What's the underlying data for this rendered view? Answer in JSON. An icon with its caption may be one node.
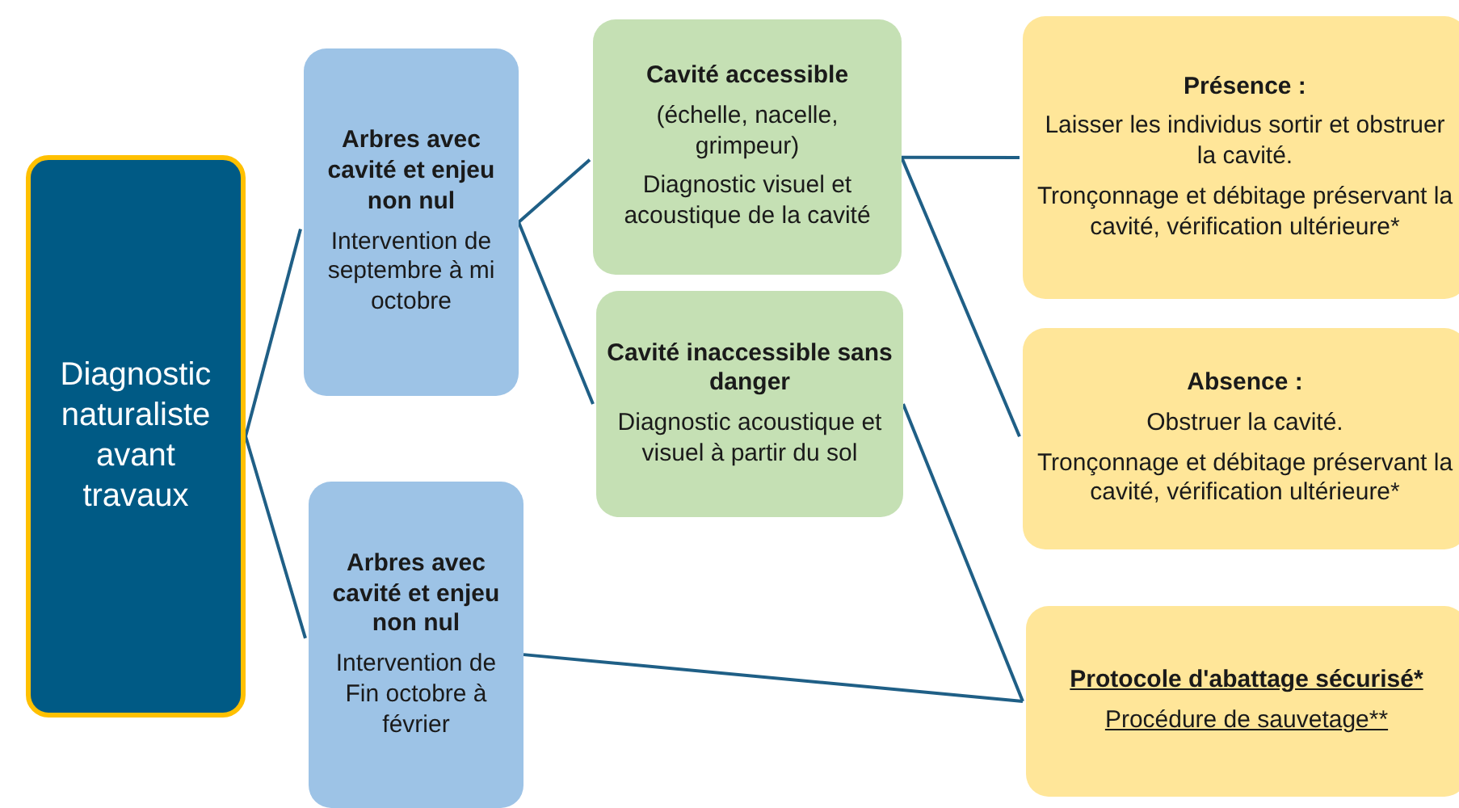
{
  "diagram": {
    "nodes": [
      {
        "text": [
          "Diagnostic naturaliste avant travaux"
        ]
      },
      {
        "text": [
          "Arbres avec cavité et enjeu non nul",
          "Intervention de septembre à mi octobre"
        ]
      },
      {
        "text": [
          "Arbres avec cavité et enjeu non nul",
          "Intervention de Fin octobre à février"
        ]
      },
      {
        "text": [
          "Cavité accessible",
          "(échelle, nacelle, grimpeur)",
          "Diagnostic visuel et acoustique de la cavité"
        ]
      },
      {
        "text": [
          "Cavité inaccessible sans danger",
          "Diagnostic acoustique et visuel à partir du sol"
        ]
      },
      {
        "text": [
          "Présence :",
          "Laisser les individus sortir et obstruer la cavité.",
          "Tronçonnage et débitage préservant la cavité, vérification ultérieure*"
        ]
      },
      {
        "text": [
          "Absence :",
          "Obstruer la cavité.",
          "Tronçonnage et débitage préservant la cavité, vérification ultérieure*"
        ]
      },
      {
        "text": [
          "Protocole d'abattage sécurisé*",
          "Procédure de sauvetage**"
        ]
      }
    ],
    "edges": [
      {
        "from": 0,
        "to": 1,
        "arrow": "none"
      },
      {
        "from": 0,
        "to": 2,
        "arrow": "none"
      },
      {
        "from": 1,
        "to": 3,
        "arrow": "none"
      },
      {
        "from": 1,
        "to": 4,
        "arrow": "none"
      },
      {
        "from": 3,
        "to": 5,
        "arrow": "none"
      },
      {
        "from": 3,
        "to": 6,
        "arrow": "none"
      },
      {
        "from": 4,
        "to": 7,
        "arrow": "none"
      },
      {
        "from": 2,
        "to": 7,
        "arrow": "none"
      }
    ]
  }
}
